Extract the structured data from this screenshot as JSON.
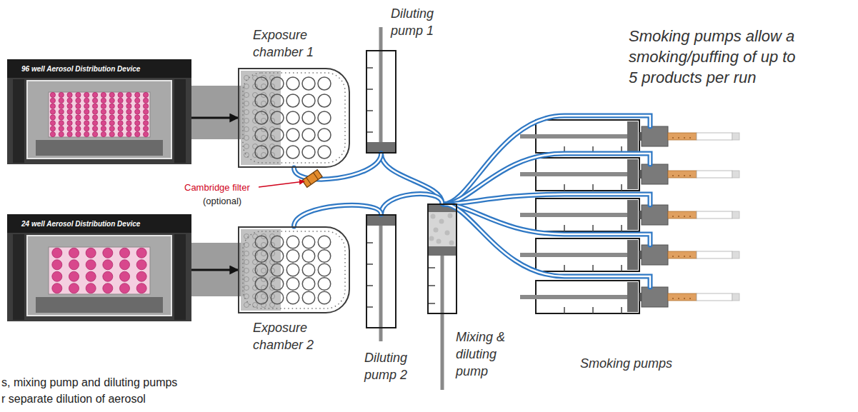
{
  "diagram": {
    "nodes": [
      {
        "text": [
          "96 well Aerosol Distribution Device"
        ]
      },
      {
        "text": [
          "Exposure chamber 1"
        ]
      },
      {
        "text": [
          "Diluting pump 1"
        ]
      },
      {
        "text": [
          "24 well Aerosol Distribution Device"
        ]
      },
      {
        "text": [
          "Exposure chamber 2"
        ]
      },
      {
        "text": [
          "Mixing & diluting pump"
        ]
      },
      {
        "text": [
          "Diluting pump 2"
        ]
      }
    ],
    "edges": [
      {
        "from": 0,
        "to": 1,
        "arrow": "to"
      },
      {
        "from": 3,
        "to": 4,
        "arrow": "to"
      },
      {
        "from": 5,
        "to": 2,
        "arrow": "none"
      },
      {
        "from": 2,
        "to": 1,
        "arrow": "none"
      },
      {
        "from": 5,
        "to": 6,
        "arrow": "none"
      },
      {
        "from": 6,
        "to": 4,
        "arrow": "none"
      }
    ],
    "labels": [
      "Smoking pumps allow a smoking/puffing of up to 5 products per run",
      "Cambridge filter",
      "(optional)",
      "Smoking pumps",
      "s, mixing pump and diluting pumps r separate dilution of aerosol"
    ]
  }
}
